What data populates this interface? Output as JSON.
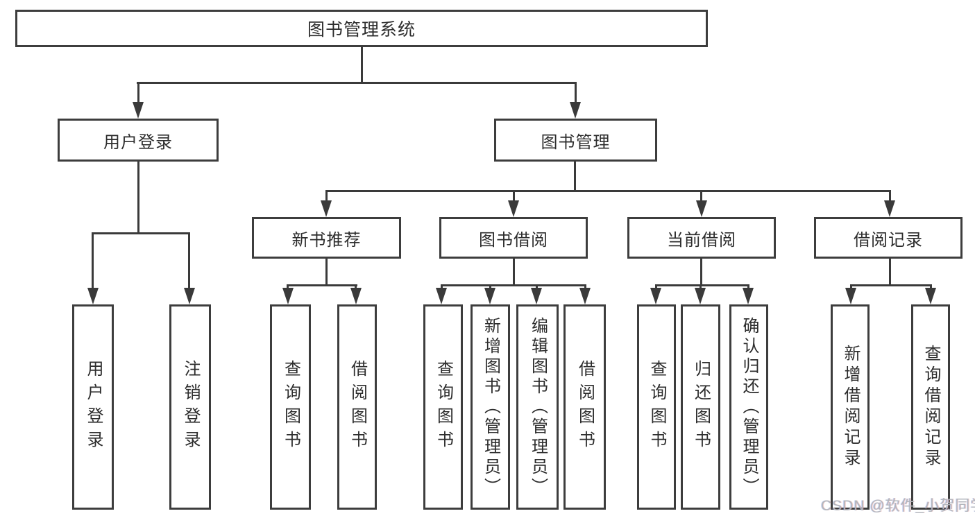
{
  "diagram": {
    "root": {
      "label": "图书管理系统"
    },
    "branches": [
      {
        "label": "用户登录",
        "children": [
          {
            "label": "用户登录"
          },
          {
            "label": "注销登录"
          }
        ]
      },
      {
        "label": "图书管理",
        "children": [
          {
            "label": "新书推荐",
            "children": [
              {
                "label": "查询图书"
              },
              {
                "label": "借阅图书"
              }
            ]
          },
          {
            "label": "图书借阅",
            "children": [
              {
                "label": "查询图书"
              },
              {
                "label": "新增图书（管理员）"
              },
              {
                "label": "编辑图书（管理员）"
              },
              {
                "label": "借阅图书"
              }
            ]
          },
          {
            "label": "当前借阅",
            "children": [
              {
                "label": "查询图书"
              },
              {
                "label": "归还图书"
              },
              {
                "label": "确认归还（管理员）"
              }
            ]
          },
          {
            "label": "借阅记录",
            "children": [
              {
                "label": "新增借阅记录"
              },
              {
                "label": "查询借阅记录"
              }
            ]
          }
        ]
      }
    ]
  },
  "watermark": {
    "text": "CSDN @软件_小贺同学"
  },
  "colors": {
    "line": "#3a3a3a",
    "border": "#3d3d3d",
    "text": "#2d2d2d",
    "watermark_text": "#b2b6bc",
    "background": "#ffffff"
  }
}
